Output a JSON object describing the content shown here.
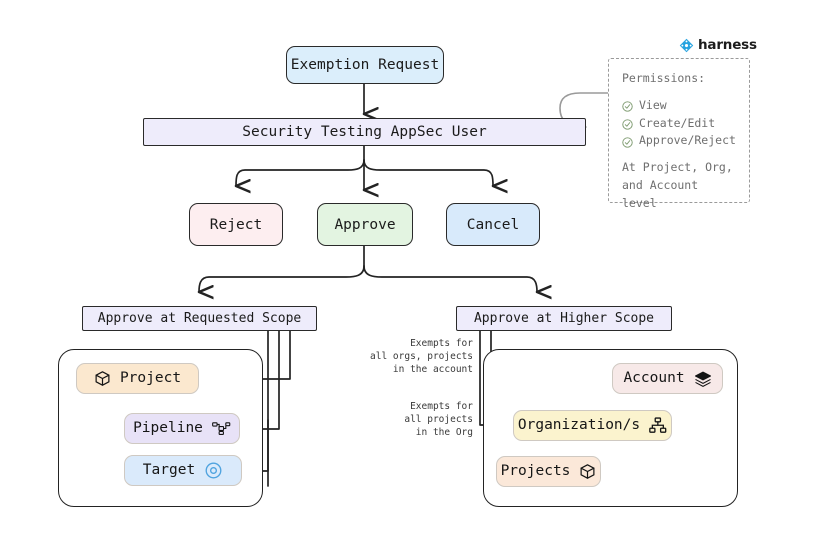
{
  "brand": {
    "name": "harness",
    "logo_icon": "harness-diamond-icon",
    "logo_color": "#26a3e0"
  },
  "diagram": {
    "type": "flowchart",
    "title": "Exemption Request approval flow",
    "nodes": {
      "request": {
        "label": "Exemption Request",
        "color": "#dbeefb"
      },
      "actor": {
        "label": "Security Testing AppSec User",
        "color": "#eeecfb"
      },
      "reject": {
        "label": "Reject",
        "color": "#fdeef0"
      },
      "approve": {
        "label": "Approve",
        "color": "#e3f4e1"
      },
      "cancel": {
        "label": "Cancel",
        "color": "#d8eafb"
      },
      "requested_scope": {
        "label": "Approve at Requested Scope",
        "color": "#eeecfb"
      },
      "higher_scope": {
        "label": "Approve at Higher Scope",
        "color": "#eeecfb"
      }
    },
    "requested_scope_items": [
      {
        "label": "Project",
        "icon": "cube-icon",
        "icon_side": "left",
        "color": "#fbe8cf"
      },
      {
        "label": "Pipeline",
        "icon": "pipeline-icon",
        "icon_side": "right",
        "color": "#e8e2f7"
      },
      {
        "label": "Target",
        "icon": "target-icon",
        "icon_side": "right",
        "color": "#daeafb"
      }
    ],
    "higher_scope_items": [
      {
        "label": "Account",
        "icon": "layers-icon",
        "icon_side": "right",
        "color": "#f7e9e8"
      },
      {
        "label": "Organization/s",
        "icon": "org-chart-icon",
        "icon_side": "right",
        "color": "#fbf3ce"
      },
      {
        "label": "Projects",
        "icon": "cube-icon",
        "icon_side": "right",
        "color": "#fbe8d9"
      }
    ],
    "edge_labels": [
      "Exempts for\nall orgs, projects\nin the account",
      "Exempts for\nall projects\nin the Org"
    ]
  },
  "permissions": {
    "title": "Permissions:",
    "items": [
      {
        "label": "View",
        "icon": "check-circle-icon"
      },
      {
        "label": "Create/Edit",
        "icon": "check-circle-icon"
      },
      {
        "label": "Approve/Reject",
        "icon": "check-circle-icon"
      }
    ],
    "footnote_line1": "At Project, Org,",
    "footnote_line2": "and Account level",
    "check_color": "#7d9a6f"
  }
}
